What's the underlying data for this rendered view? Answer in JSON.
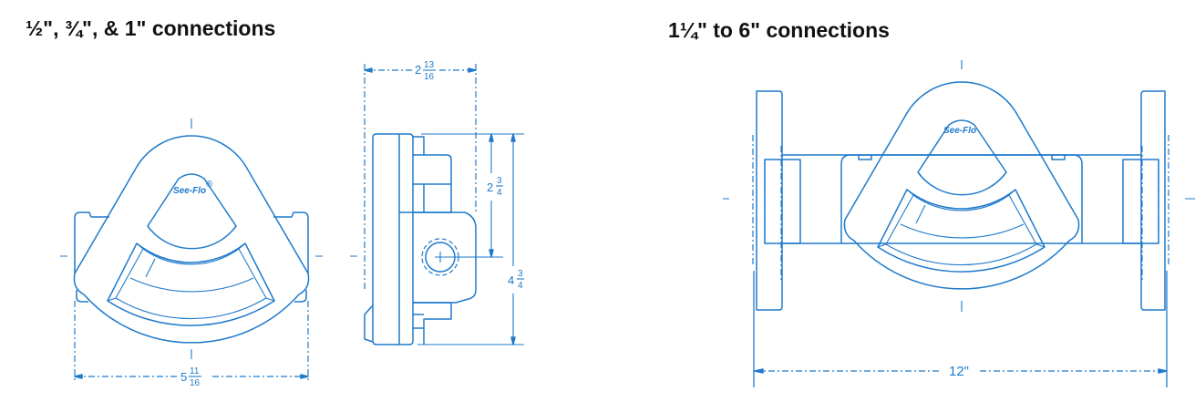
{
  "titles": {
    "small_connections": "½\", ¾\", & 1\" connections",
    "large_connections": "1¼\" to 6\" connections"
  },
  "brand": {
    "name": "See-Flo",
    "registered": "®"
  },
  "dimensions": {
    "side_width": {
      "whole": "2",
      "num": "13",
      "den": "16"
    },
    "side_center_height": {
      "whole": "2",
      "num": "3",
      "den": "4"
    },
    "side_total_height": {
      "whole": "4",
      "num": "3",
      "den": "4"
    },
    "front_width": {
      "whole": "5",
      "num": "11",
      "den": "16"
    },
    "large_length": "12\""
  },
  "colors": {
    "ink": "#1f7acb",
    "title": "#111111"
  }
}
